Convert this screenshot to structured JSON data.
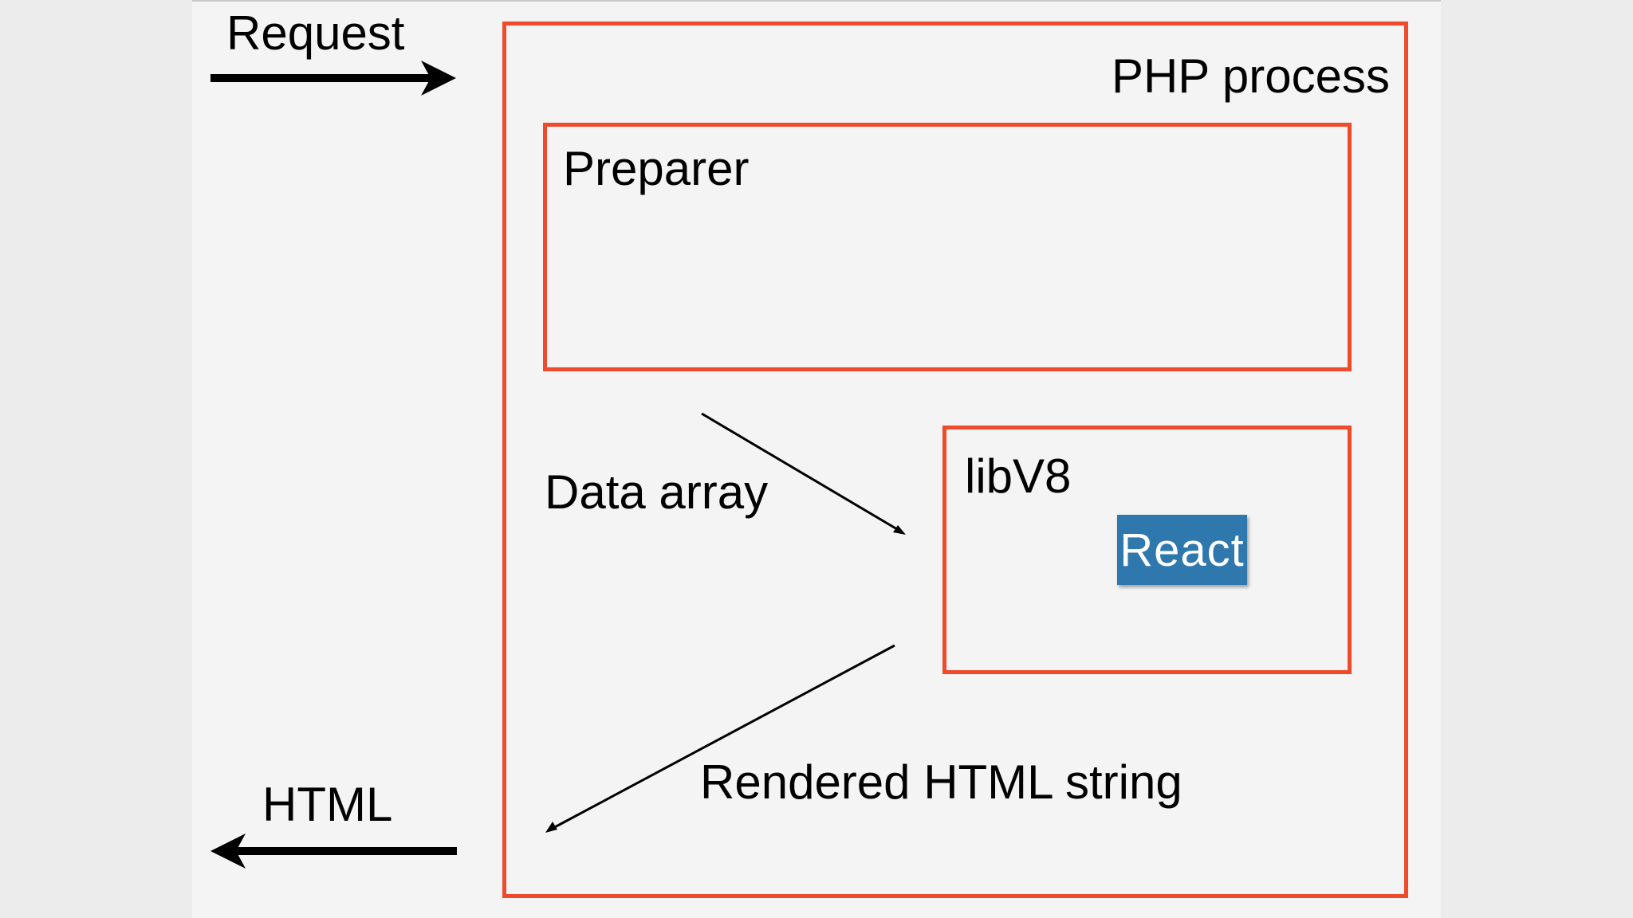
{
  "labels": {
    "request": "Request",
    "html_out": "HTML",
    "php_process": "PHP process",
    "preparer": "Preparer",
    "data_array": "Data array",
    "libv8": "libV8",
    "react": "React",
    "rendered_html": "Rendered HTML string"
  },
  "colors": {
    "box_border": "#ef4a2b",
    "react_fill": "#2f78ae",
    "background": "#f4f4f4"
  }
}
